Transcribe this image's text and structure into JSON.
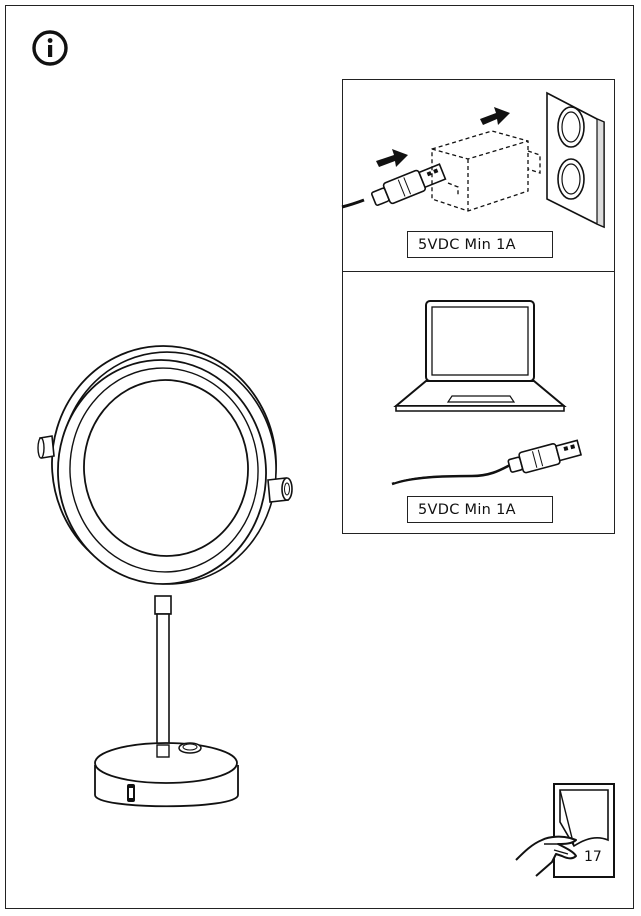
{
  "icons": {
    "info": "info-icon",
    "adapter": "power-adapter-illustration",
    "laptop": "laptop-illustration",
    "mirror": "mirror-illustration",
    "page_turn": "page-turn-icon"
  },
  "connection_options": {
    "adapter": {
      "spec_label": "5VDC Min 1A"
    },
    "laptop": {
      "spec_label": "5VDC Min 1A"
    }
  },
  "footer": {
    "page_number": "17"
  }
}
